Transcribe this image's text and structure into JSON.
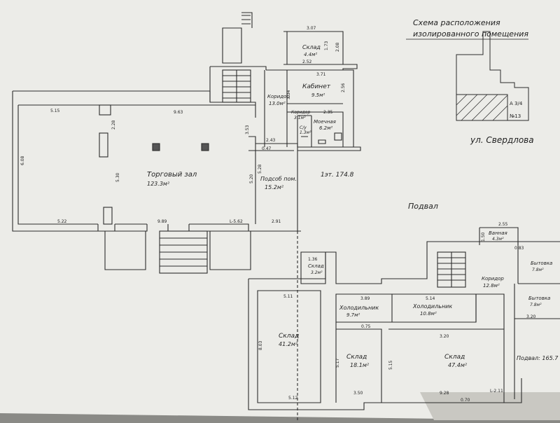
{
  "header": {
    "line1": "Схема расположения",
    "line2": "изолированного помещения"
  },
  "key_plan": {
    "house_number": "№13",
    "fraction": "А 3/4",
    "street": "ул. Свердлова"
  },
  "section_labels": {
    "floor1": "1эт. 174.8",
    "basement": "Подвал",
    "basement_total": "Подвал: 165.7"
  },
  "rooms": {
    "trade_hall": {
      "name": "Торговый зал",
      "area": "123.3м²"
    },
    "utility": {
      "name": "Подсоб пом.",
      "area": "15.2м²"
    },
    "corridor1": {
      "name": "Коридор",
      "area": "13.0м²"
    },
    "office": {
      "name": "Кабинет",
      "area": "9.5м²"
    },
    "storage_top": {
      "name": "Склад",
      "area": "4.4м²"
    },
    "washroom": {
      "name": "Моечная",
      "area": "6.2м²"
    },
    "small_corr": {
      "name": "Коридор",
      "area": "3.1м²"
    },
    "wc": {
      "name": "С/у",
      "area": "1.3м²"
    },
    "b_storage_small": {
      "name": "Склад",
      "area": "3.2м²"
    },
    "b_storage_big": {
      "name": "Склад",
      "area": "41.2м²"
    },
    "b_fridge1": {
      "name": "Холодильник",
      "area": "9.7м²"
    },
    "b_fridge2": {
      "name": "Холодильник",
      "area": "10.8м²"
    },
    "b_storage_mid": {
      "name": "Склад",
      "area": "18.1м²"
    },
    "b_storage_right": {
      "name": "Склад",
      "area": "47.4м²"
    },
    "b_corridor": {
      "name": "Коридор",
      "area": "12.8м²"
    },
    "b_bath": {
      "name": "Ванная",
      "area": "4.3м²"
    },
    "b_util1": {
      "name": "Бытовка",
      "area": "7.8м²"
    },
    "b_util2": {
      "name": "Бытовка",
      "area": "7.8м²"
    }
  },
  "dimensions": {
    "d_515": "5.15",
    "d_963": "9.63",
    "d_522": "5.22",
    "d_989": "9.89",
    "d_562": "L-5.62",
    "d_291": "2.91",
    "d_530": "5.30",
    "d_608": "6.08",
    "d_228": "2.28",
    "d_353": "3.53",
    "d_243": "2.43",
    "d_047": "0.47",
    "d_520": "5.20",
    "d_528": "5.28",
    "d_307": "3.07",
    "d_252": "2.52",
    "d_371": "3.71",
    "d_173": "1.73",
    "d_256": "2.56",
    "d_334": "3.34",
    "d_235": "2.35",
    "d_208": "2.08",
    "d_136": "1.36",
    "d_511": "5.11",
    "d_389": "3.89",
    "d_514": "5.14",
    "d_075": "0.75",
    "d_320": "3.20",
    "d_803": "8.03",
    "d_512": "5.12",
    "d_350": "3.50",
    "d_928": "9.28",
    "d_070": "0.70",
    "d_211": "L-2.11",
    "d_150": "1.50",
    "d_255": "2.55",
    "d_083": "0.83",
    "d_320b": "3.20",
    "d_517": "5.17",
    "d_515b": "5.15"
  }
}
